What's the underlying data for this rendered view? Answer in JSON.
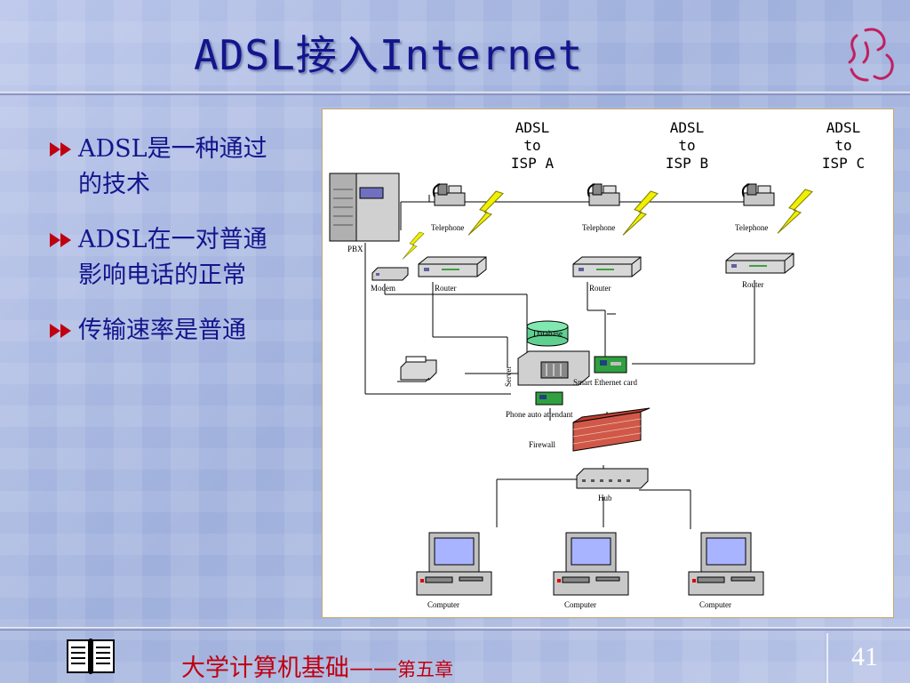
{
  "slide": {
    "title": "ADSL接入Internet",
    "page_number": "41"
  },
  "bullets": [
    {
      "text": "ADSL是一种通过",
      "cont": "的技术"
    },
    {
      "text": "ADSL在一对普通",
      "cont": "影响电话的正常"
    },
    {
      "text": "传输速率是普通",
      "cont": ""
    }
  ],
  "footer": {
    "course": "大学计算机基础",
    "dash": "——",
    "chapter": "第五章"
  },
  "diagram": {
    "isp_labels": [
      {
        "l1": "ADSL",
        "l2": "to",
        "l3": "ISP A"
      },
      {
        "l1": "ADSL",
        "l2": "to",
        "l3": "ISP B"
      },
      {
        "l1": "ADSL",
        "l2": "to",
        "l3": "ISP C"
      }
    ],
    "telephone_label": "Telephone",
    "router_label": "Router",
    "modem_label": "Modem",
    "pbx_label": "PBX",
    "database_label": "Database",
    "server_label": "Server",
    "ethernet_label": "Smart Ethernet card",
    "phone_attendant_label": "Phone auto attendant",
    "firewall_label": "Firewall",
    "hub_label": "Hub",
    "computer_label": "Computer"
  },
  "colors": {
    "title": "#14148c",
    "bullet_text": "#14148c",
    "footer_text": "#c00010",
    "lightning": "#f0f000"
  }
}
